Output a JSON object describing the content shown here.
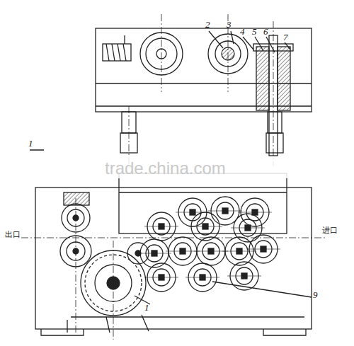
{
  "diagram": {
    "labels": [
      "1",
      "2",
      "3",
      "4",
      "5",
      "6",
      "7",
      "出口",
      "进口",
      "1",
      "9",
      "trade.china.com"
    ]
  }
}
